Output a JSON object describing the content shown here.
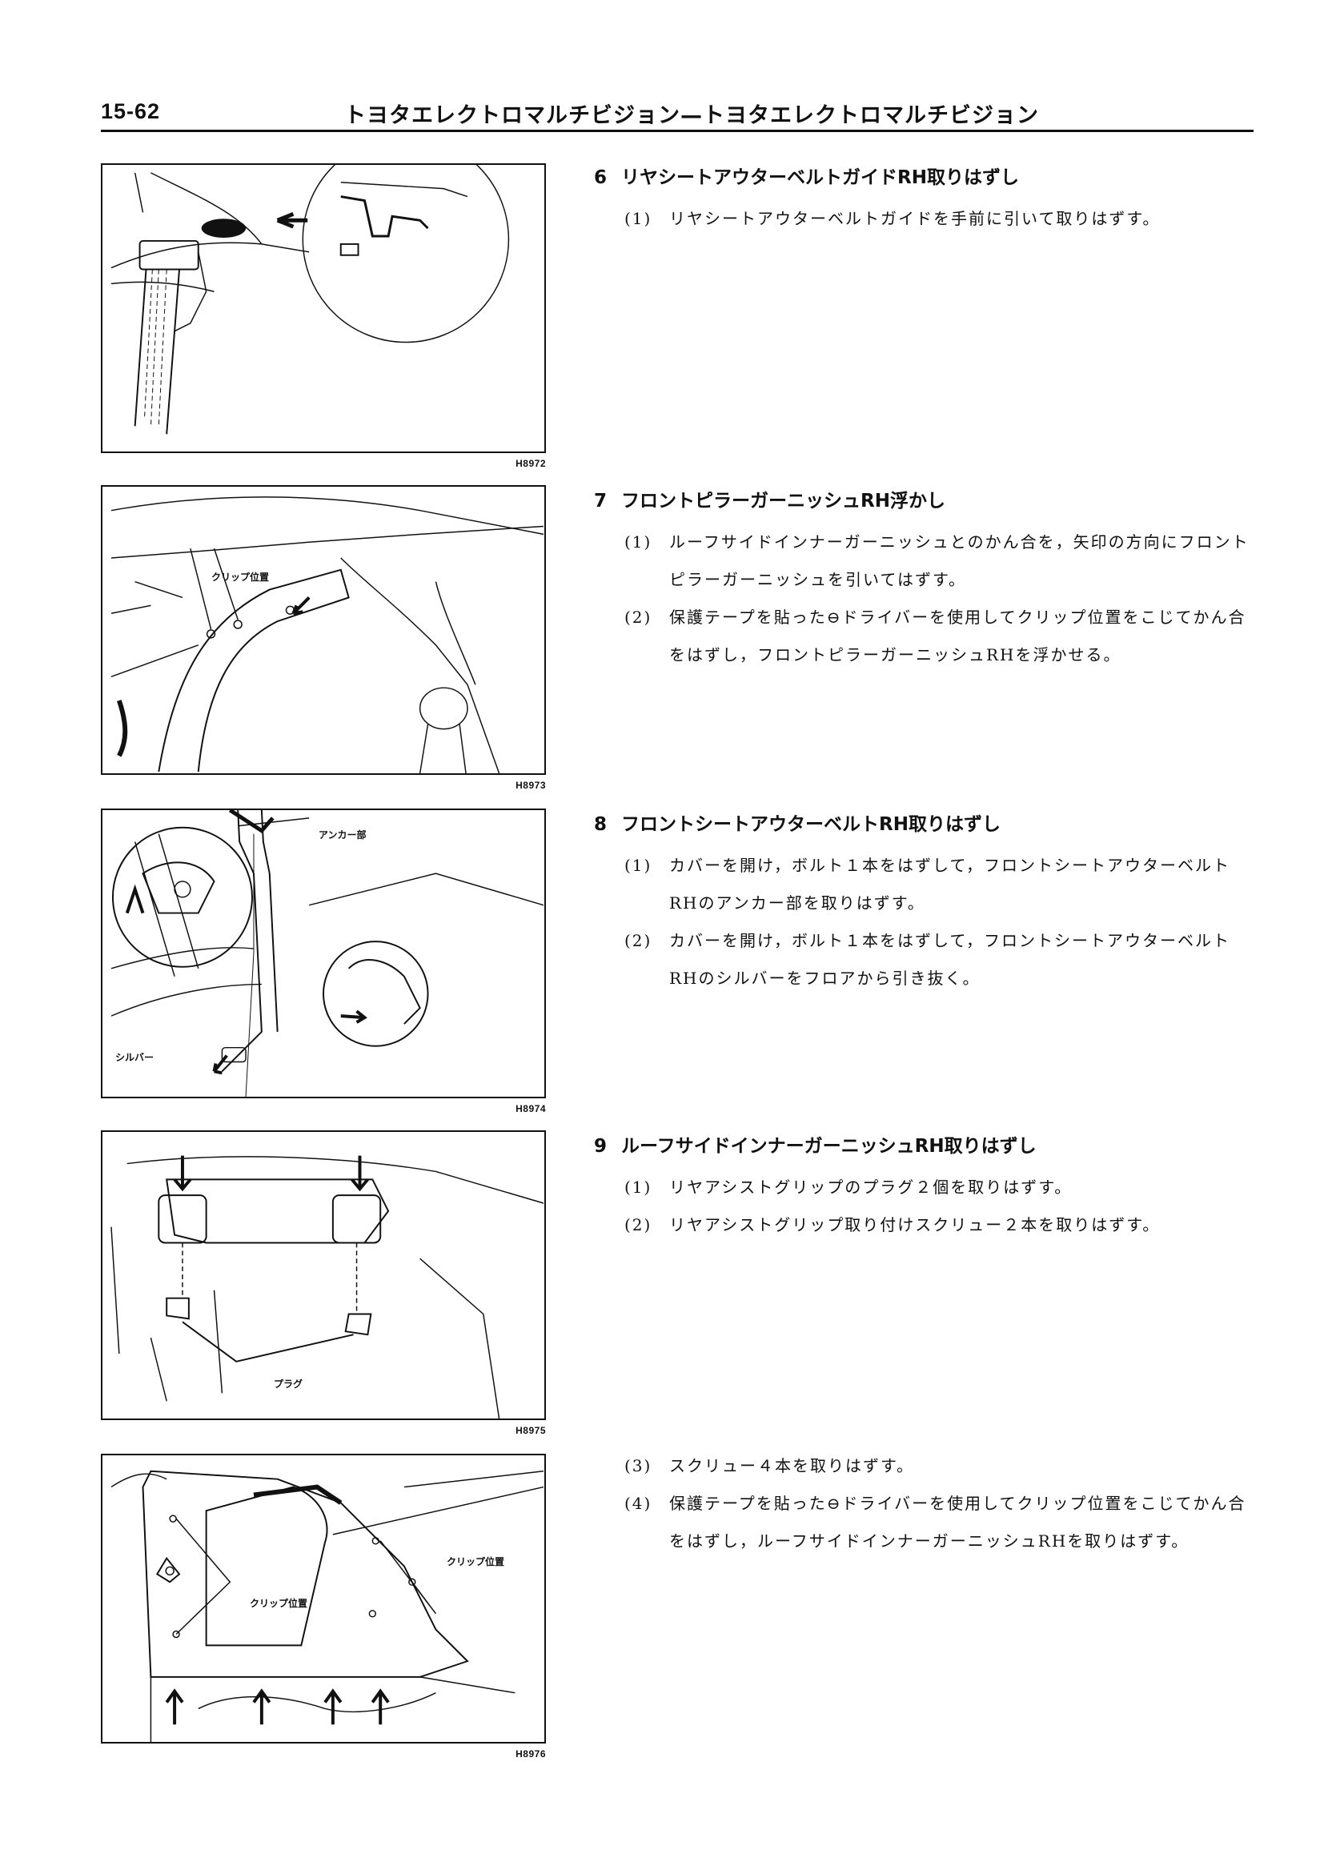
{
  "header": {
    "page_number": "15-62",
    "chapter_title": "トヨタエレクトロマルチビジョン—トヨタエレクトロマルチビジョン"
  },
  "figures": [
    {
      "code": "H8972",
      "labels": []
    },
    {
      "code": "H8973",
      "labels": [
        "クリップ位置"
      ]
    },
    {
      "code": "H8974",
      "labels": [
        "アンカー部",
        "シルバー"
      ]
    },
    {
      "code": "H8975",
      "labels": [
        "プラグ"
      ]
    },
    {
      "code": "H8976",
      "labels": [
        "クリップ位置",
        "クリップ位置"
      ]
    }
  ],
  "sections": [
    {
      "number": "6",
      "title": "リヤシートアウターベルトガイドRH取りはずし",
      "steps": [
        {
          "num": "(1)",
          "text": "リヤシートアウターベルトガイドを手前に引いて取りはずす。"
        }
      ]
    },
    {
      "number": "7",
      "title": "フロントピラーガーニッシュRH浮かし",
      "steps": [
        {
          "num": "(1)",
          "text": "ルーフサイドインナーガーニッシュとのかん合を，矢印の方向にフロントピラーガーニッシュを引いてはずす。"
        },
        {
          "num": "(2)",
          "text": "保護テープを貼った⊖ドライバーを使用してクリップ位置をこじてかん合をはずし，フロントピラーガーニッシュRHを浮かせる。"
        }
      ]
    },
    {
      "number": "8",
      "title": "フロントシートアウターベルトRH取りはずし",
      "steps": [
        {
          "num": "(1)",
          "text": "カバーを開け，ボルト１本をはずして，フロントシートアウターベルトRHのアンカー部を取りはずす。"
        },
        {
          "num": "(2)",
          "text": "カバーを開け，ボルト１本をはずして，フロントシートアウターベルトRHのシルバーをフロアから引き抜く。"
        }
      ]
    },
    {
      "number": "9",
      "title": "ルーフサイドインナーガーニッシュRH取りはずし",
      "steps": [
        {
          "num": "(1)",
          "text": "リヤアシストグリップのプラグ２個を取りはずす。"
        },
        {
          "num": "(2)",
          "text": "リヤアシストグリップ取り付けスクリュー２本を取りはずす。"
        }
      ]
    },
    {
      "number": "",
      "title": "",
      "steps": [
        {
          "num": "(3)",
          "text": "スクリュー４本を取りはずす。"
        },
        {
          "num": "(4)",
          "text": "保護テープを貼った⊖ドライバーを使用してクリップ位置をこじてかん合をはずし，ルーフサイドインナーガーニッシュRHを取りはずす。"
        }
      ]
    }
  ]
}
